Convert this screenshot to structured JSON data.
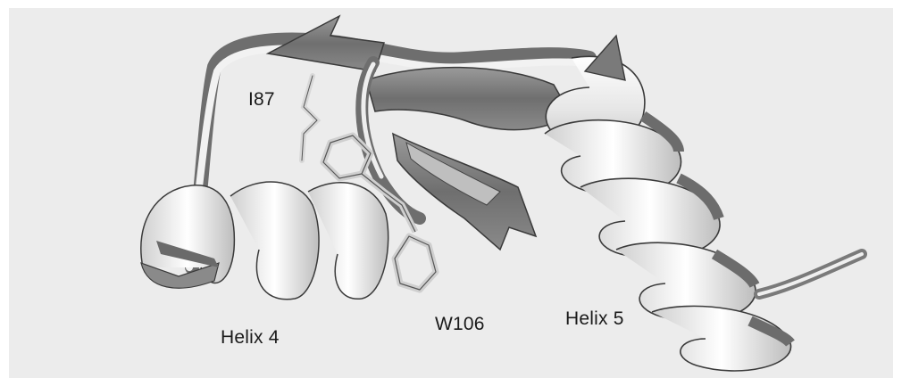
{
  "labels": {
    "residue_i87": "I87",
    "residue_w106": "W106",
    "helix_4": "Helix 4",
    "helix_5": "Helix 5"
  },
  "colors": {
    "background": "#ececec",
    "ribbon_dark": "#7a7a7a",
    "ribbon_light": "#f4f4f4",
    "outline": "#3a3a3a"
  }
}
